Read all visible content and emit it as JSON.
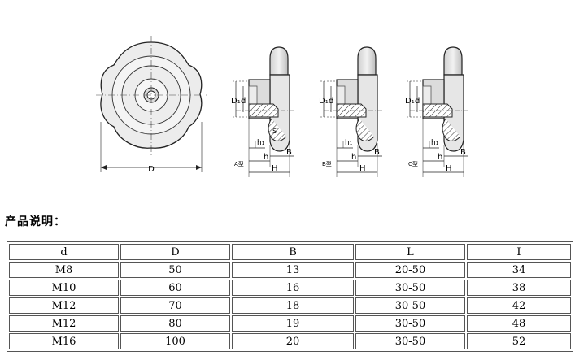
{
  "drawing": {
    "front_view": {
      "dim_label": "D"
    },
    "views": [
      {
        "type_label": "A型",
        "labels": {
          "D1": "D₁",
          "d": "d",
          "s": "S",
          "h1": "h₁",
          "h": "h",
          "B": "B",
          "H": "H"
        }
      },
      {
        "type_label": "B型",
        "labels": {
          "D1": "D₁",
          "d": "d",
          "s": "",
          "h1": "h₁",
          "h": "h",
          "B": "B",
          "H": "H"
        }
      },
      {
        "type_label": "C型",
        "labels": {
          "D1": "D₁",
          "d": "d",
          "s": "",
          "h1": "h₁",
          "h": "h",
          "B": "B",
          "H": "H"
        }
      }
    ]
  },
  "section_title": "产品说明：",
  "table": {
    "headers": [
      "d",
      "D",
      "B",
      "L",
      "I"
    ],
    "rows": [
      [
        "M8",
        "50",
        "13",
        "20-50",
        "34"
      ],
      [
        "M10",
        "60",
        "16",
        "30-50",
        "38"
      ],
      [
        "M12",
        "70",
        "18",
        "30-50",
        "42"
      ],
      [
        "M12",
        "80",
        "19",
        "30-50",
        "48"
      ],
      [
        "M16",
        "100",
        "20",
        "30-50",
        "52"
      ]
    ]
  }
}
